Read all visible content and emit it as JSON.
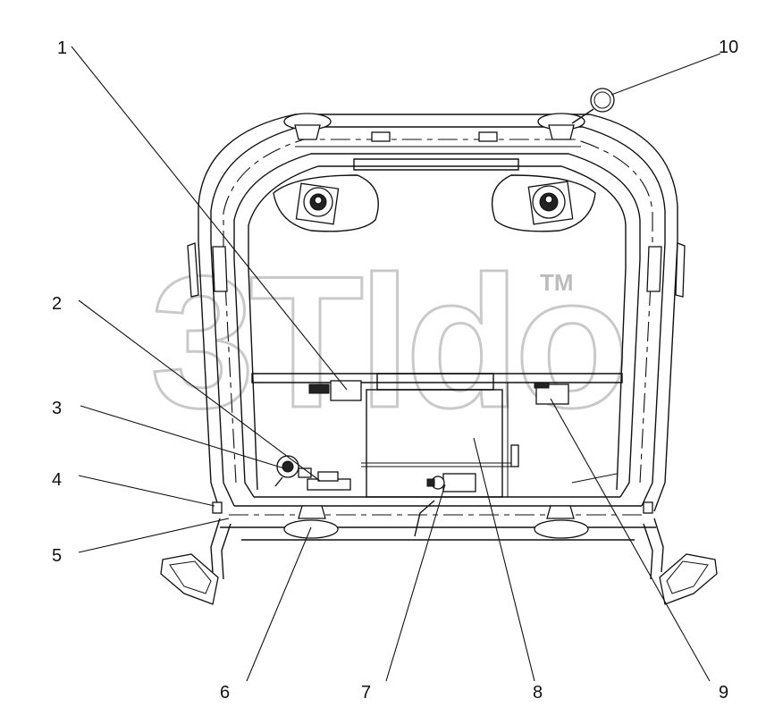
{
  "watermark": {
    "text": "3Tldo",
    "trademark": "TM"
  },
  "callouts": [
    {
      "id": "callout-1",
      "label": "1"
    },
    {
      "id": "callout-2",
      "label": "2"
    },
    {
      "id": "callout-3",
      "label": "3"
    },
    {
      "id": "callout-4",
      "label": "4"
    },
    {
      "id": "callout-5",
      "label": "5"
    },
    {
      "id": "callout-6",
      "label": "6"
    },
    {
      "id": "callout-7",
      "label": "7"
    },
    {
      "id": "callout-8",
      "label": "8"
    },
    {
      "id": "callout-9",
      "label": "9"
    },
    {
      "id": "callout-10",
      "label": "10"
    }
  ],
  "colors": {
    "line": "#111111",
    "watermark": "#c9c9c9",
    "background": "#ffffff"
  }
}
